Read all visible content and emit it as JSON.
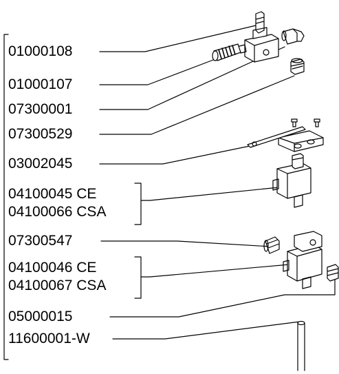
{
  "parts": [
    {
      "id": "p1",
      "number": "01000108"
    },
    {
      "id": "p2",
      "number": "01000107"
    },
    {
      "id": "p3",
      "number": "07300001"
    },
    {
      "id": "p4",
      "number": "07300529"
    },
    {
      "id": "p5",
      "number": "03002045"
    },
    {
      "id": "p6",
      "number": "04100045 CE"
    },
    {
      "id": "p7",
      "number": "04100066 CSA"
    },
    {
      "id": "p8",
      "number": "07300547"
    },
    {
      "id": "p9",
      "number": "04100046 CE"
    },
    {
      "id": "p10",
      "number": "04100067 CSA"
    },
    {
      "id": "p11",
      "number": "05000015"
    },
    {
      "id": "p12",
      "number": "11600001-W"
    }
  ]
}
